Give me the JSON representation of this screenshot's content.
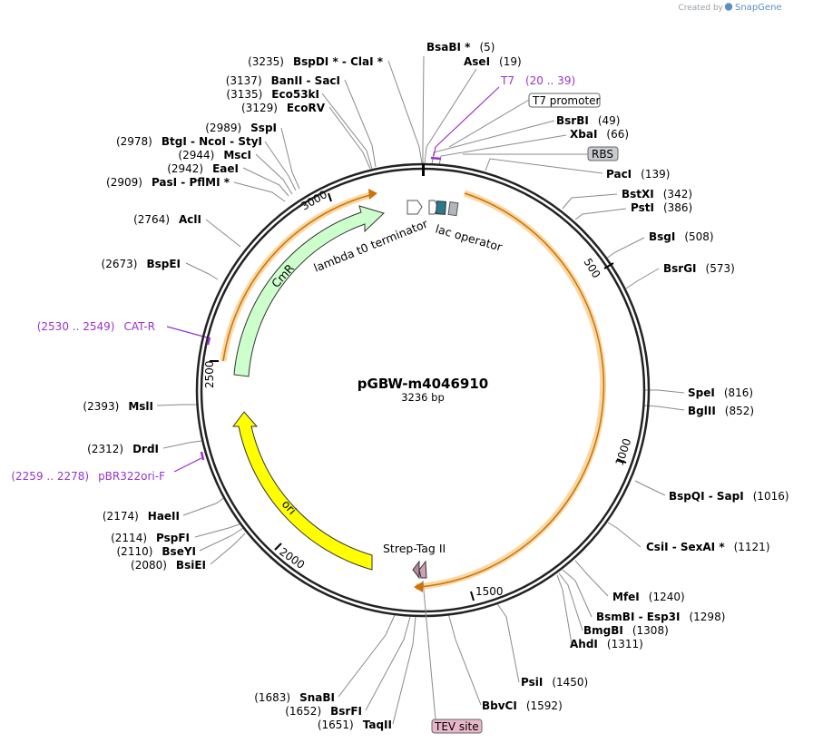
{
  "credit": {
    "prefix": "Created by",
    "brand": "SnapGene",
    "icon": "snapgene-logo-icon"
  },
  "plasmid": {
    "name": "pGBW-m4046910",
    "length_label": "3236 bp",
    "length": 3236
  },
  "ticks": [
    "500",
    "1000",
    "1500",
    "2000",
    "2500",
    "3000"
  ],
  "colors": {
    "cmr": "#ccffcc",
    "ori": "#ffff00",
    "orf": "#f5a623",
    "lac": "#2b7a8c",
    "rbs": "#b0b6bb",
    "tev": "#e8b6c8",
    "strep": "#b58aa0",
    "primer": "#9933cc"
  },
  "sites": [
    {
      "name": "BsaBI *",
      "pos": "(5)"
    },
    {
      "name": "AseI",
      "pos": "(19)"
    },
    {
      "name": "BsrBI",
      "pos": "(49)"
    },
    {
      "name": "XbaI",
      "pos": "(66)"
    },
    {
      "name": "PacI",
      "pos": "(139)"
    },
    {
      "name": "BstXI",
      "pos": "(342)"
    },
    {
      "name": "PstI",
      "pos": "(386)"
    },
    {
      "name": "BsgI",
      "pos": "(508)"
    },
    {
      "name": "BsrGI",
      "pos": "(573)"
    },
    {
      "name": "SpeI",
      "pos": "(816)"
    },
    {
      "name": "BglII",
      "pos": "(852)"
    },
    {
      "name": "BspQI - SapI",
      "pos": "(1016)"
    },
    {
      "name": "CsiI - SexAI *",
      "pos": "(1121)"
    },
    {
      "name": "MfeI",
      "pos": "(1240)"
    },
    {
      "name": "BsmBI - Esp3I",
      "pos": "(1298)"
    },
    {
      "name": "BmgBI",
      "pos": "(1308)"
    },
    {
      "name": "AhdI",
      "pos": "(1311)"
    },
    {
      "name": "PsiI",
      "pos": "(1450)"
    },
    {
      "name": "BbvCI",
      "pos": "(1592)"
    },
    {
      "name": "TaqII",
      "pos": "(1651)"
    },
    {
      "name": "BsrFI",
      "pos": "(1652)"
    },
    {
      "name": "SnaBI",
      "pos": "(1683)"
    },
    {
      "name": "BsiEI",
      "pos": "(2080)"
    },
    {
      "name": "BseYI",
      "pos": "(2110)"
    },
    {
      "name": "PspFI",
      "pos": "(2114)"
    },
    {
      "name": "HaeII",
      "pos": "(2174)"
    },
    {
      "name": "DrdI",
      "pos": "(2312)"
    },
    {
      "name": "MslI",
      "pos": "(2393)"
    },
    {
      "name": "BspEI",
      "pos": "(2673)"
    },
    {
      "name": "AclI",
      "pos": "(2764)"
    },
    {
      "name": "PasI - PflMI *",
      "pos": "(2909)"
    },
    {
      "name": "EaeI",
      "pos": "(2942)"
    },
    {
      "name": "MscI",
      "pos": "(2944)"
    },
    {
      "name": "BtgI - NcoI - StyI",
      "pos": "(2978)"
    },
    {
      "name": "SspI",
      "pos": "(2989)"
    },
    {
      "name": "EcoRV",
      "pos": "(3129)"
    },
    {
      "name": "Eco53kI",
      "pos": "(3135)"
    },
    {
      "name": "BanII - SacI",
      "pos": "(3137)"
    },
    {
      "name": "BspDI * - ClaI *",
      "pos": "(3235)"
    }
  ],
  "primers": [
    {
      "name": "T7",
      "range": "(20 .. 39)"
    },
    {
      "name": "CAT-R",
      "range": "(2530 .. 2549)"
    },
    {
      "name": "pBR322ori-F",
      "range": "(2259 .. 2278)"
    }
  ],
  "features": {
    "cmr": "CmR",
    "ori": "ori",
    "lambda": "lambda t0 terminator",
    "lac": "lac operator",
    "strep": "Strep-Tag II",
    "t7_promoter": "T7 promoter",
    "rbs": "RBS",
    "tev": "TEV site"
  }
}
